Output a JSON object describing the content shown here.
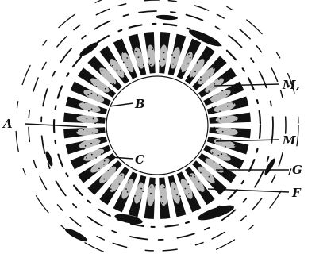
{
  "figure": {
    "ink_color": "#111111",
    "paper_color": "#ffffff",
    "segment_count": 36,
    "labels": {
      "a": "A",
      "b": "B",
      "c": "C",
      "m1": "M,",
      "m": "M",
      "g": "G",
      "f": "F"
    }
  }
}
